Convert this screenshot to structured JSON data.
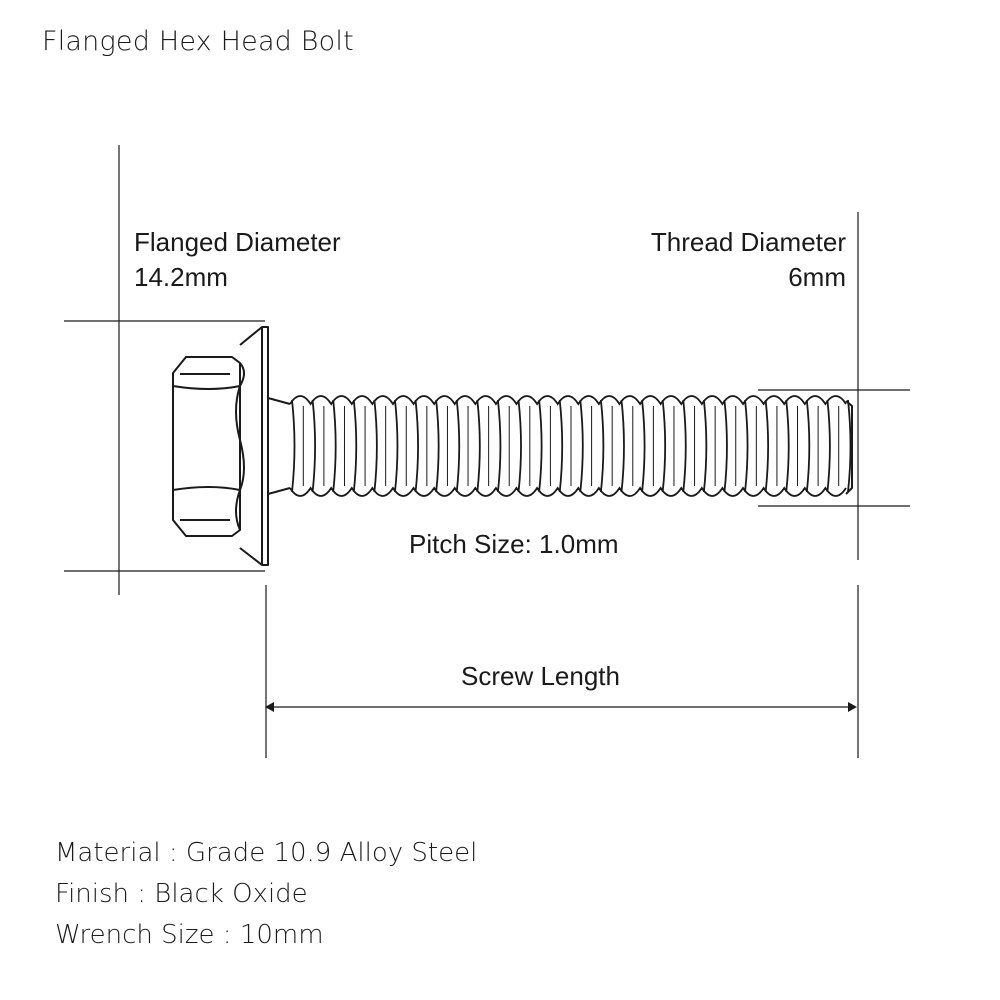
{
  "title": "Flanged Hex Head Bolt",
  "dimensions": {
    "flanged_diameter": {
      "label": "Flanged Diameter",
      "value": "14.2mm"
    },
    "thread_diameter": {
      "label": "Thread Diameter",
      "value": "6mm"
    },
    "pitch": "Pitch Size: 1.0mm",
    "screw_length": "Screw Length"
  },
  "specs": [
    "Material : Grade 10.9 Alloy Steel",
    "Finish : Black Oxide",
    "Wrench Size : 10mm"
  ],
  "colors": {
    "line": "#1a1a1a",
    "background": "#ffffff"
  }
}
